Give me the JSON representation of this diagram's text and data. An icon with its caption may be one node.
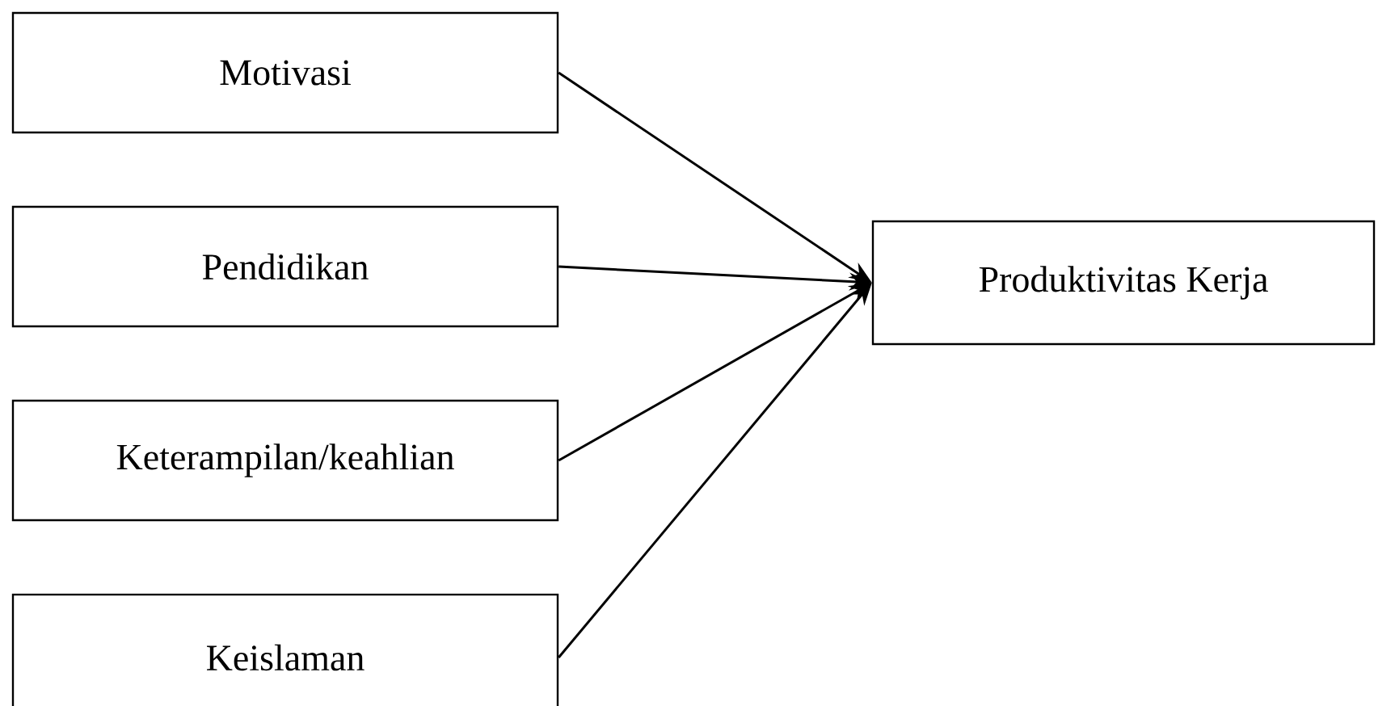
{
  "diagram": {
    "nodes": [
      {
        "text": [
          "Motivasi"
        ]
      },
      {
        "text": [
          "Pendidikan"
        ]
      },
      {
        "text": [
          "Keterampilan/keahlian"
        ]
      },
      {
        "text": [
          "Keislaman"
        ]
      },
      {
        "text": [
          "Produktivitas Kerja"
        ]
      }
    ],
    "edges": [
      {
        "from": 0,
        "to": 4,
        "arrow": "to"
      },
      {
        "from": 1,
        "to": 4,
        "arrow": "to"
      },
      {
        "from": 2,
        "to": 4,
        "arrow": "to"
      },
      {
        "from": 3,
        "to": 4,
        "arrow": "to"
      }
    ]
  }
}
